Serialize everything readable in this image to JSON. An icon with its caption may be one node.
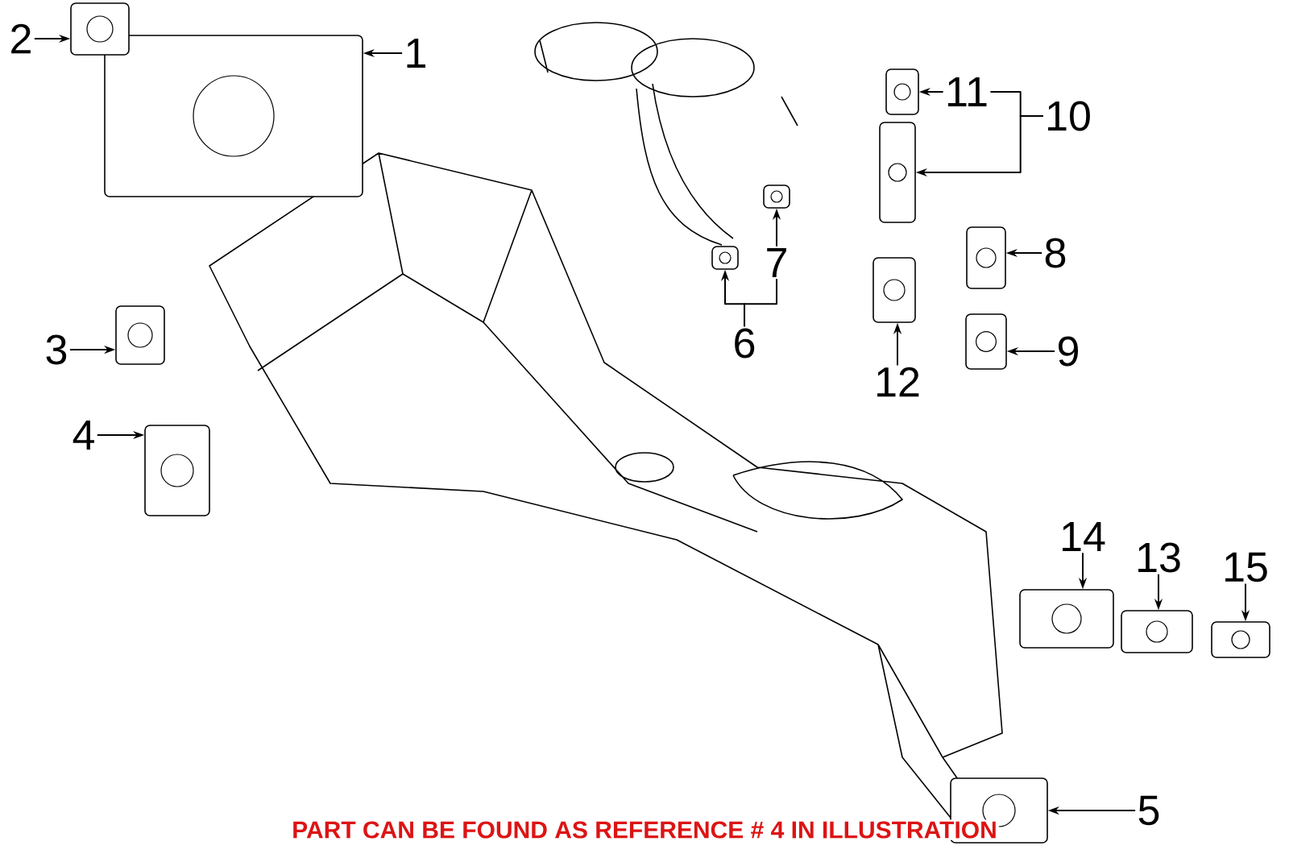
{
  "diagram": {
    "caption": "PART CAN BE FOUND AS REFERENCE # 4 IN ILLUSTRATION",
    "nodes": [
      {
        "text": [
          "1"
        ]
      },
      {
        "text": [],
        "shape": "picture"
      },
      {
        "text": [
          "2"
        ]
      },
      {
        "text": [],
        "shape": "picture"
      },
      {
        "text": [
          "3"
        ]
      },
      {
        "text": [],
        "shape": "picture"
      },
      {
        "text": [
          "4"
        ]
      },
      {
        "text": [],
        "shape": "picture"
      },
      {
        "text": [
          "5"
        ]
      },
      {
        "text": [],
        "shape": "picture"
      },
      {
        "text": [
          "6"
        ]
      },
      {
        "text": [],
        "shape": "picture"
      },
      {
        "text": [],
        "shape": "picture"
      },
      {
        "text": [
          "7"
        ]
      },
      {
        "text": [
          "8"
        ]
      },
      {
        "text": [],
        "shape": "picture"
      },
      {
        "text": [
          "9"
        ]
      },
      {
        "text": [],
        "shape": "picture"
      },
      {
        "text": [
          "10"
        ]
      },
      {
        "text": [
          "11"
        ]
      },
      {
        "text": [],
        "shape": "picture"
      },
      {
        "text": [],
        "shape": "picture"
      },
      {
        "text": [
          "12"
        ]
      },
      {
        "text": [],
        "shape": "picture"
      },
      {
        "text": [
          "13"
        ]
      },
      {
        "text": [],
        "shape": "picture"
      },
      {
        "text": [
          "14"
        ]
      },
      {
        "text": [],
        "shape": "picture"
      },
      {
        "text": [
          "15"
        ]
      },
      {
        "text": [],
        "shape": "picture"
      }
    ],
    "edges": [
      {
        "from": 0,
        "to": 1,
        "arrow": "to"
      },
      {
        "from": 2,
        "to": 3,
        "arrow": "to"
      },
      {
        "from": 4,
        "to": 5,
        "arrow": "to"
      },
      {
        "from": 6,
        "to": 7,
        "arrow": "to"
      },
      {
        "from": 8,
        "to": 9,
        "arrow": "to"
      },
      {
        "from": 10,
        "to": 11,
        "arrow": "to"
      },
      {
        "from": 10,
        "to": 13,
        "arrow": "none"
      },
      {
        "from": 13,
        "to": 12,
        "arrow": "to"
      },
      {
        "from": 14,
        "to": 15,
        "arrow": "to"
      },
      {
        "from": 16,
        "to": 17,
        "arrow": "to"
      },
      {
        "from": 18,
        "to": 19,
        "arrow": "none"
      },
      {
        "from": 18,
        "to": 21,
        "arrow": "to"
      },
      {
        "from": 19,
        "to": 20,
        "arrow": "to"
      },
      {
        "from": 22,
        "to": 23,
        "arrow": "to"
      },
      {
        "from": 24,
        "to": 25,
        "arrow": "to"
      },
      {
        "from": 26,
        "to": 27,
        "arrow": "to"
      },
      {
        "from": 28,
        "to": 29,
        "arrow": "to"
      }
    ]
  }
}
